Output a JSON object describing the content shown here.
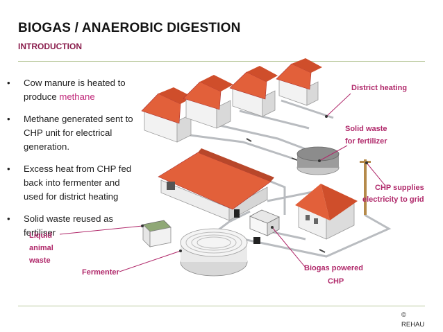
{
  "header": {
    "title": "BIOGAS / ANAEROBIC DIGESTION",
    "subtitle": "INTRODUCTION"
  },
  "bullets": [
    {
      "text": "Cow manure is heated to produce ",
      "highlight": "methane"
    },
    {
      "text": "Methane generated sent to CHP unit for electrical generation.",
      "highlight": ""
    },
    {
      "text": "Excess heat from CHP fed back into fermenter and used for district heating",
      "highlight": ""
    },
    {
      "text": "Solid waste reused as fertiliser",
      "highlight": ""
    }
  ],
  "bullet_symbol": "•",
  "labels": {
    "district_heating": "District heating",
    "solid_waste_1": "Solid waste",
    "solid_waste_2": "for fertilizer",
    "chp_supplies_1": "CHP supplies",
    "chp_supplies_2": "electricity to grid",
    "liquid_1": "Liquid",
    "liquid_2": "animal",
    "liquid_3": "waste",
    "fermenter": "Fermenter",
    "biogas_1": "Biogas powered",
    "biogas_2": "CHP"
  },
  "footer": {
    "copyright_symbol": "©",
    "company": "REHAU"
  },
  "colors": {
    "accent": "#b0286a",
    "roof": "#e2603a",
    "rule": "#b8c79a"
  }
}
